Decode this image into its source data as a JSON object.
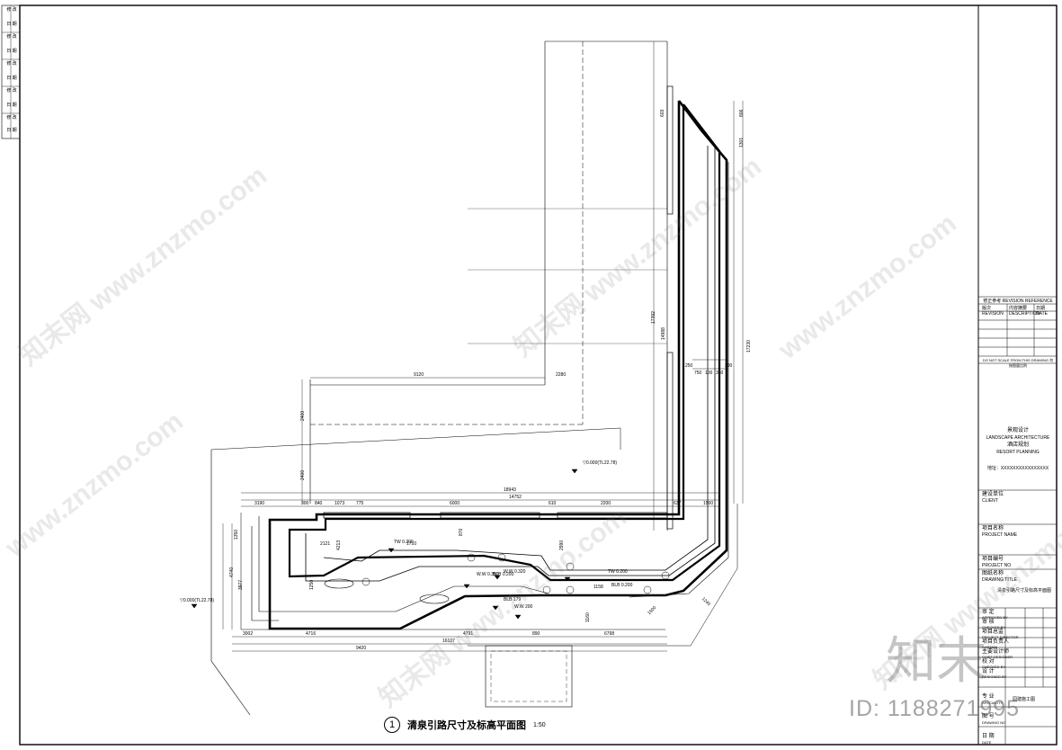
{
  "left_strip": [
    "修 改",
    "日 期",
    "修 改",
    "日 期",
    "修 改",
    "日 期",
    "修 改",
    "日 期",
    "修 改",
    "日 期"
  ],
  "title_block": {
    "revision_header": "修正参考  REVISION REFERENCE",
    "revision_cols": [
      "版次 REVISION",
      "内容摘要 DESCRIPTION",
      "日期 DATE"
    ],
    "no_scale": "DO NOT SCALE FROM THIS DRAWING  勿按图量比例",
    "firm_cn": "景观设计",
    "firm_en": "LANDSCAPE ARCHITECTURE",
    "firm_cn2": "酒店规划",
    "firm_en2": "RESORT PLANNING",
    "address": "地址：XXXXXXXXXXXXXXXX",
    "client_cn": "建设单位",
    "client_en": "CLIENT",
    "project_cn": "项目名称",
    "project_en": "PROJECT NAME",
    "project_no_cn": "项目编号",
    "project_no_en": "PROJECT NO",
    "drawing_title_cn": "图纸名称",
    "drawing_title_en": "DRAWING TITLE",
    "drawing_title_value": "清泉引路尺寸及标高平面图",
    "rows": [
      {
        "cn": "审 定",
        "en": "APPROVED BY"
      },
      {
        "cn": "审 核",
        "en": "CHECKED BY"
      },
      {
        "cn": "项目总监",
        "en": "PROJECT DIRECTOR"
      },
      {
        "cn": "项目负责人",
        "en": "CAPTAIN"
      },
      {
        "cn": "主要设计师",
        "en": "CHIEF DESIGNER"
      },
      {
        "cn": "校 对",
        "en": "CHECKED BY"
      },
      {
        "cn": "设 计",
        "en": "DESIGNED BY"
      },
      {
        "cn": "专 业",
        "en": "SPECIALITY"
      },
      {
        "cn": "图 号",
        "en": "DRAWING NO"
      },
      {
        "cn": "日 期",
        "en": "DATE"
      }
    ],
    "speciality_value": "园建施工图"
  },
  "dimensions": {
    "top_left": "9120",
    "top_right": "2280",
    "left_upper": "2400",
    "left_lower": "2400",
    "run_overall": "18943",
    "run_sub": "14752",
    "run_row": [
      "3190",
      "300",
      "840",
      "1073",
      "775",
      "6000",
      "610",
      "2200",
      "637",
      "1500"
    ],
    "right_vertical": [
      "17392",
      "14988",
      "17230"
    ],
    "right_top_small": [
      "603",
      "806",
      "1301"
    ],
    "right_mid_small": [
      "250",
      "750",
      "100",
      "350",
      "300"
    ],
    "left_verticals": [
      "1350",
      "3977",
      "4740",
      "4213",
      "1250"
    ],
    "bottom_row": [
      "3002",
      "4716",
      "4791",
      "890",
      "6798",
      "1160"
    ],
    "bottom_overall": "16107",
    "bottom_total": "9420",
    "mid_values": [
      "2121",
      "1710",
      "870",
      "2990",
      "1158",
      "1500",
      "1245"
    ]
  },
  "elevations": {
    "e1": "▽0.000(TL22.78)",
    "e2": "TW 0.200",
    "e3": "W.W 0.350",
    "e4": "BLB 0.200",
    "e5": "W.W 0.320",
    "e6": "BLB 179",
    "e7": "W.W 200",
    "e8": "TW 0.200",
    "e9": "▽0.000(TL22.78)",
    "e10": "BLB 0.200"
  },
  "drawing": {
    "number": "1",
    "title": "清泉引路尺寸及标高平面图",
    "scale": "1:50"
  },
  "watermarks": [
    "知末网 www.znzmo.com",
    "知末网 www.znzmo.com",
    "知末网 www.znzmo.com",
    "www.znzmo.com",
    "www.znzmo.com",
    "知末网 www.znzmo.com"
  ],
  "logo": "知末",
  "id_text": "ID: 1188271995"
}
